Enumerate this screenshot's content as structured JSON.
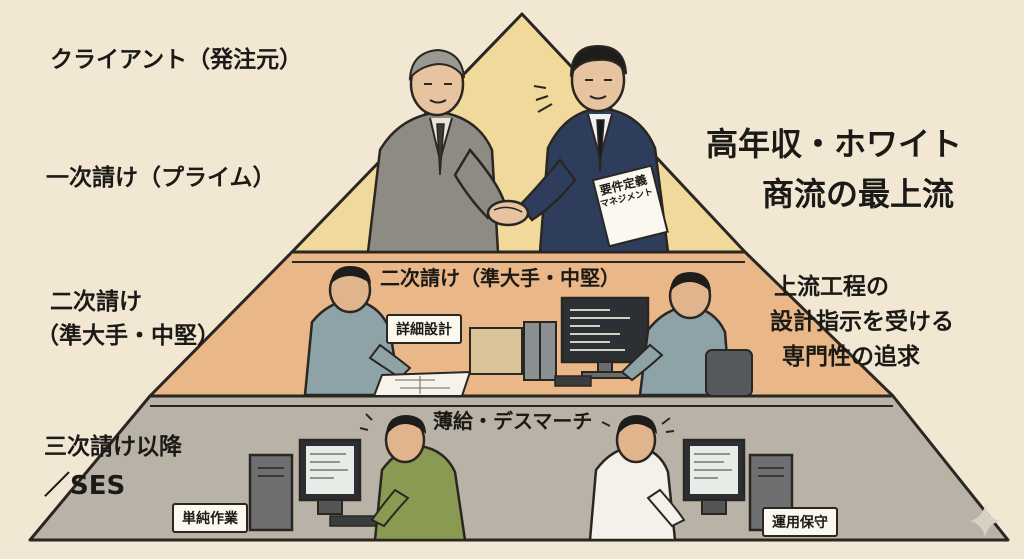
{
  "left_labels": {
    "client": "クライアント（発注元）",
    "prime": "一次請け（プライム）",
    "second_line1": "二次請け",
    "second_line2": "（準大手・中堅）",
    "third_line1": "三次請け以降",
    "third_line2": "／SES"
  },
  "right_labels": {
    "top_line1": "高年収・ホワイト",
    "top_line2": "商流の最上流",
    "mid_line1": "上流工程の",
    "mid_line2": "設計指示を受ける",
    "mid_line3": "専門性の追求"
  },
  "tier_titles": {
    "middle": "二次請け（準大手・中堅）",
    "bottom": "薄給・デスマーチ"
  },
  "signs": {
    "document_line1": "要件定義",
    "document_line2": "マネジメント",
    "detailed_design": "詳細設計",
    "simple_work": "単純作業",
    "maintenance": "運用保守"
  },
  "colors": {
    "top_tier": "#f0d99a",
    "middle_tier": "#eab888",
    "bottom_tier": "#b9b2a6",
    "background": "#f2e7d3"
  }
}
